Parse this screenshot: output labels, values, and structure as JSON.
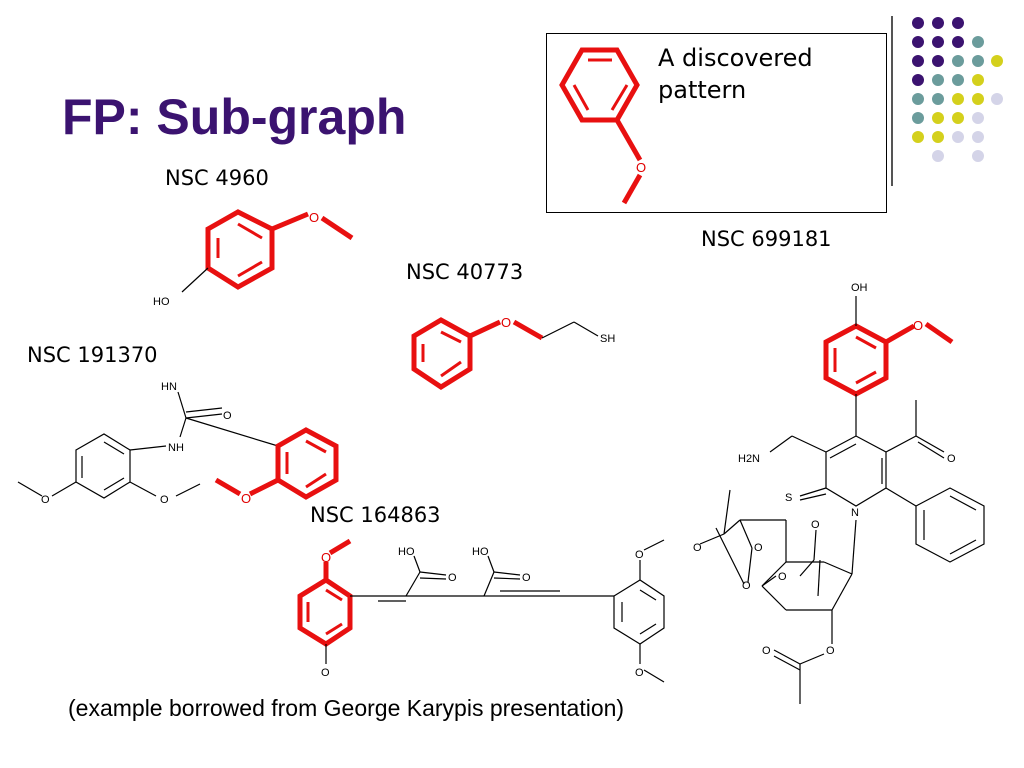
{
  "slide": {
    "title": "FP: Sub-graph",
    "pattern_text": "A discovered pattern",
    "caption": "(example borrowed from George Karypis presentation)",
    "highlight_color": "#e81010",
    "title_color": "#3b1370"
  },
  "compounds": [
    {
      "label": "NSC 4960"
    },
    {
      "label": "NSC 40773"
    },
    {
      "label": "NSC 191370"
    },
    {
      "label": "NSC 164863"
    },
    {
      "label": "NSC 699181"
    }
  ],
  "atoms": {
    "o": "O",
    "ho": "HO",
    "oh": "OH",
    "sh": "SH",
    "hn": "HN",
    "nh": "NH",
    "n": "N",
    "s": "S",
    "h2n": "H2N"
  },
  "dots": {
    "colors": {
      "purple": "#3b1370",
      "teal": "#6b9c9c",
      "yellow": "#d4d01c",
      "lavender": "#d4d4e8"
    }
  }
}
